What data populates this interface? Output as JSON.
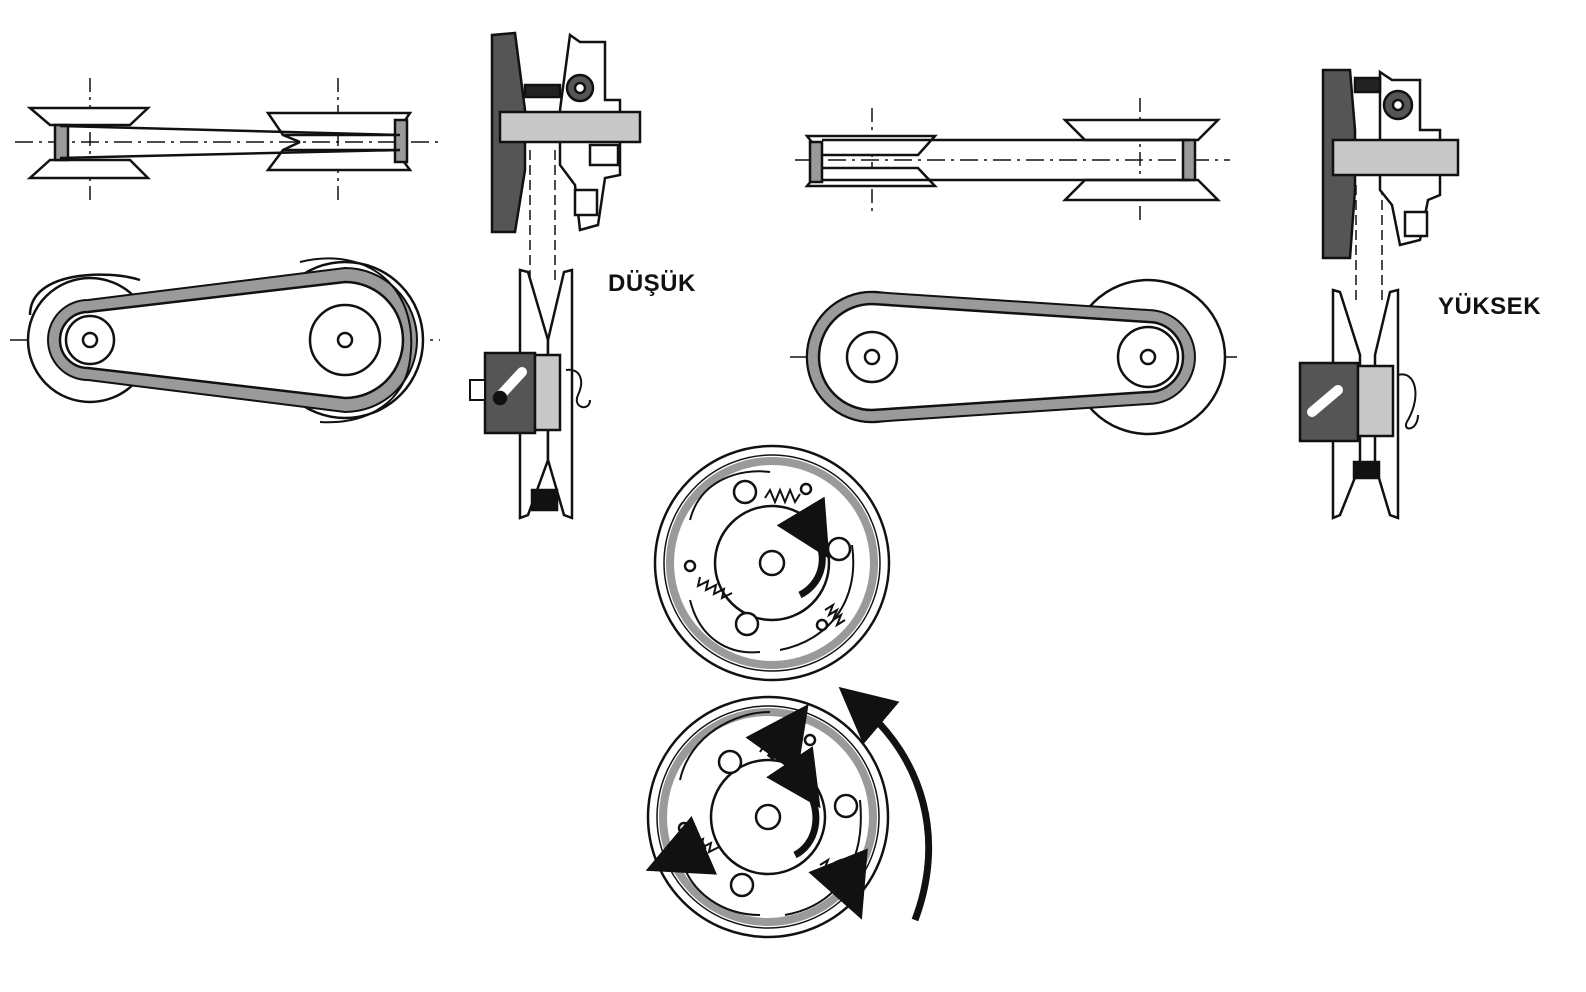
{
  "labels": {
    "low": "DÜŞÜK",
    "high": "YÜKSEK"
  },
  "colors": {
    "line": "#111111",
    "part_dark": "#555555",
    "part_light": "#c8c8c8",
    "belt": "#9a9a9a",
    "paper": "#ffffff"
  },
  "icons": [
    "pulley-top-view",
    "belt-drive-side-view",
    "variator-cross-section",
    "centrifugal-clutch",
    "rotation-arrow",
    "spring"
  ]
}
